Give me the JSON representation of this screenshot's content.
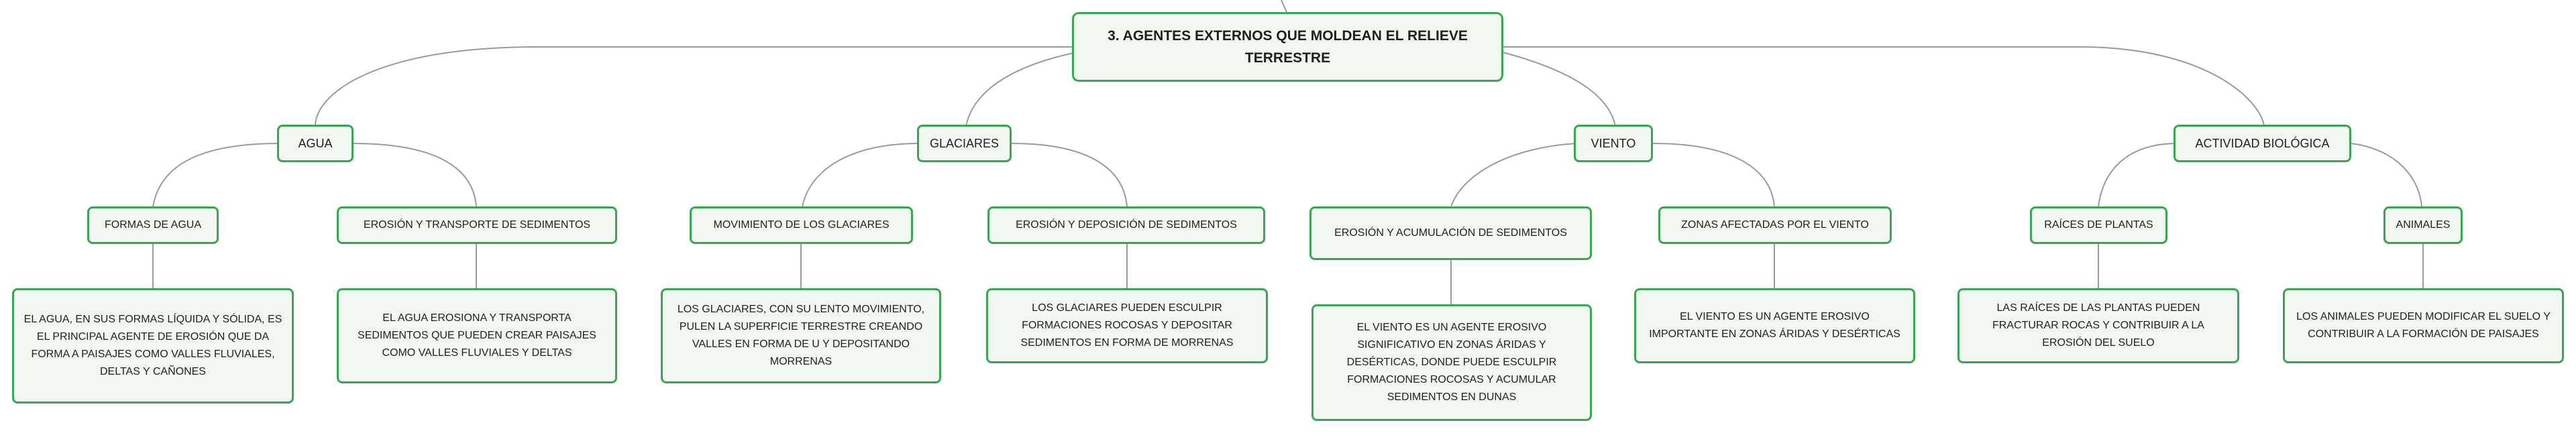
{
  "root": {
    "title": "3. AGENTES EXTERNOS QUE MOLDEAN EL RELIEVE TERRESTRE"
  },
  "categories": [
    {
      "label": "AGUA",
      "children": [
        {
          "label": "FORMAS DE AGUA",
          "detail": "EL AGUA, EN SUS FORMAS LÍQUIDA Y SÓLIDA, ES EL PRINCIPAL AGENTE DE EROSIÓN QUE DA FORMA A PAISAJES COMO VALLES FLUVIALES, DELTAS Y CAÑONES"
        },
        {
          "label": "EROSIÓN Y TRANSPORTE DE SEDIMENTOS",
          "detail": "EL AGUA EROSIONA Y TRANSPORTA SEDIMENTOS QUE PUEDEN CREAR PAISAJES COMO VALLES FLUVIALES Y DELTAS"
        }
      ]
    },
    {
      "label": "GLACIARES",
      "children": [
        {
          "label": "MOVIMIENTO DE LOS GLACIARES",
          "detail": "LOS GLACIARES, CON SU LENTO MOVIMIENTO, PULEN LA SUPERFICIE TERRESTRE CREANDO VALLES EN FORMA DE U Y DEPOSITANDO MORRENAS"
        },
        {
          "label": "EROSIÓN Y DEPOSICIÓN DE SEDIMENTOS",
          "detail": "LOS GLACIARES PUEDEN ESCULPIR FORMACIONES ROCOSAS Y DEPOSITAR SEDIMENTOS EN FORMA DE MORRENAS"
        }
      ]
    },
    {
      "label": "VIENTO",
      "children": [
        {
          "label": "EROSIÓN Y ACUMULACIÓN DE SEDIMENTOS",
          "detail": "EL VIENTO ES UN AGENTE EROSIVO SIGNIFICATIVO EN ZONAS ÁRIDAS Y DESÉRTICAS, DONDE PUEDE ESCULPIR FORMACIONES ROCOSAS Y ACUMULAR SEDIMENTOS EN DUNAS"
        },
        {
          "label": "ZONAS AFECTADAS POR EL VIENTO",
          "detail": "EL VIENTO ES UN AGENTE EROSIVO IMPORTANTE EN ZONAS ÁRIDAS Y DESÉRTICAS"
        }
      ]
    },
    {
      "label": "ACTIVIDAD BIOLÓGICA",
      "children": [
        {
          "label": "RAÍCES DE PLANTAS",
          "detail": "LAS RAÍCES DE LAS PLANTAS PUEDEN FRACTURAR ROCAS Y CONTRIBUIR A LA EROSIÓN DEL SUELO"
        },
        {
          "label": "ANIMALES",
          "detail": "LOS ANIMALES PUEDEN MODIFICAR EL SUELO Y CONTRIBUIR A LA FORMACIÓN DE PAISAJES"
        }
      ]
    }
  ],
  "colors": {
    "node_border": "#3aa653",
    "node_fill": "#f1f8f2",
    "connector": "#9a9a9a"
  }
}
